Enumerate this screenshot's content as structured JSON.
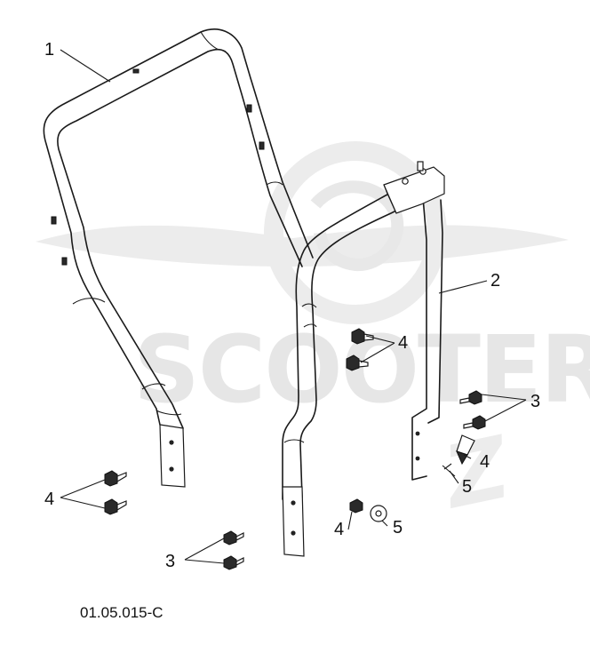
{
  "watermark": {
    "brand_text": "SCOOTER"
  },
  "callouts": [
    {
      "id": "c1",
      "label": "1"
    },
    {
      "id": "c2",
      "label": "2"
    },
    {
      "id": "c3a",
      "label": "3"
    },
    {
      "id": "c3b",
      "label": "3"
    },
    {
      "id": "c4a",
      "label": "4"
    },
    {
      "id": "c4b",
      "label": "4"
    },
    {
      "id": "c4c",
      "label": "4"
    },
    {
      "id": "c4d",
      "label": "4"
    },
    {
      "id": "c5a",
      "label": "5"
    },
    {
      "id": "c5b",
      "label": "5"
    }
  ],
  "figure_reference": "01.05.015-C",
  "colors": {
    "line": "#1a1a1a",
    "watermark": "#e6e6e6",
    "background": "#ffffff"
  }
}
